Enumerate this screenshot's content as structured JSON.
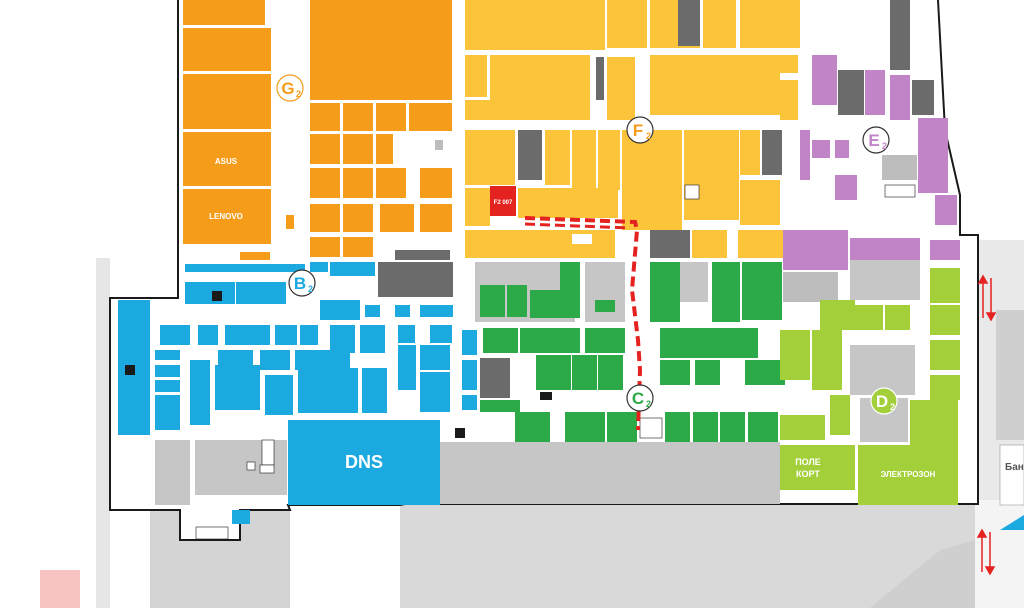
{
  "colors": {
    "orange": "#f59c1a",
    "yellow": "#fcc43a",
    "purple": "#c084c7",
    "blue": "#1ba9e0",
    "green": "#2daa48",
    "lime": "#a3cf3a",
    "gray": "#c6c6c6",
    "darkgray": "#6b6b6b",
    "red": "#e42320",
    "route": "#e42320",
    "outline": "#1a1a1a",
    "pink": "#f7c3c3"
  },
  "zones": [
    {
      "id": "G",
      "sub": "2",
      "color": "#f59c1a"
    },
    {
      "id": "F",
      "sub": "2",
      "color": "#fcc43a"
    },
    {
      "id": "E",
      "sub": "2",
      "color": "#c084c7"
    },
    {
      "id": "B",
      "sub": "2",
      "color": "#1ba9e0"
    },
    {
      "id": "C",
      "sub": "2",
      "color": "#2daa48"
    },
    {
      "id": "D",
      "sub": "2",
      "color": "#ffffff"
    }
  ],
  "stores": {
    "asus": "ASUS",
    "lenovo": "LENOVO",
    "dns": "DNS",
    "highlight": "F2 007",
    "elektrozon": "ЭЛЕКТРОЗОН",
    "polekort_1": "ПОЛЕ",
    "polekort_2": "КОРТ",
    "edge_right": "Бан"
  }
}
